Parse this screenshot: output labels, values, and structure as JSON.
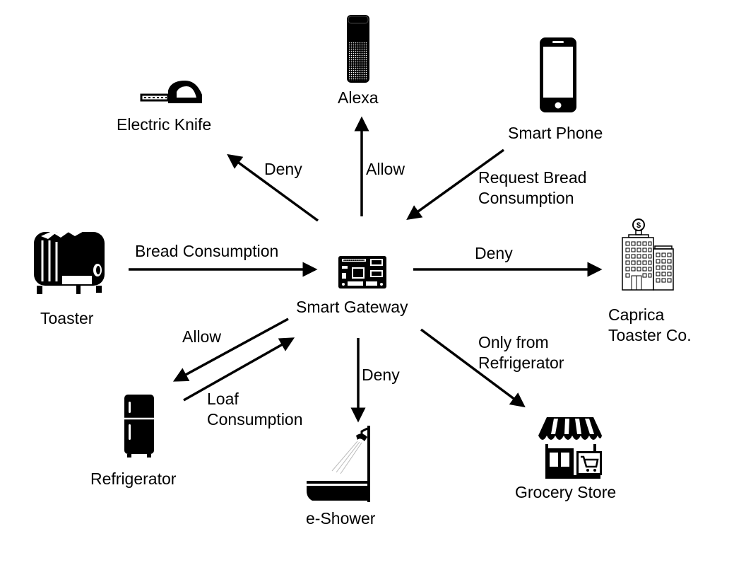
{
  "colors": {
    "ink": "#000000",
    "background": "#ffffff"
  },
  "nodes": {
    "alexa": {
      "label": "Alexa",
      "icon": "smart-speaker-icon"
    },
    "electric_knife": {
      "label": "Electric Knife",
      "icon": "electric-knife-icon"
    },
    "smart_phone": {
      "label": "Smart Phone",
      "icon": "smartphone-icon"
    },
    "toaster": {
      "label": "Toaster",
      "icon": "toaster-icon"
    },
    "smart_gateway": {
      "label": "Smart Gateway",
      "icon": "circuit-board-icon"
    },
    "caprica": {
      "label": "Caprica\nToaster Co.",
      "icon": "office-building-icon"
    },
    "refrigerator": {
      "label": "Refrigerator",
      "icon": "refrigerator-icon"
    },
    "e_shower": {
      "label": "e-Shower",
      "icon": "shower-bathtub-icon"
    },
    "grocery_store": {
      "label": "Grocery Store",
      "icon": "storefront-icon"
    }
  },
  "edges": {
    "gateway_to_knife": {
      "label": "Deny"
    },
    "gateway_to_alexa": {
      "label": "Allow"
    },
    "phone_to_gateway": {
      "label": "Request Bread\nConsumption"
    },
    "toaster_to_gateway": {
      "label": "Bread Consumption"
    },
    "gateway_to_caprica": {
      "label": "Deny"
    },
    "gateway_to_refrigerator": {
      "label": "Allow"
    },
    "refrigerator_to_gateway": {
      "label": "Loaf\nConsumption"
    },
    "gateway_to_shower": {
      "label": "Deny"
    },
    "gateway_to_grocery": {
      "label": "Only from\nRefrigerator"
    }
  }
}
